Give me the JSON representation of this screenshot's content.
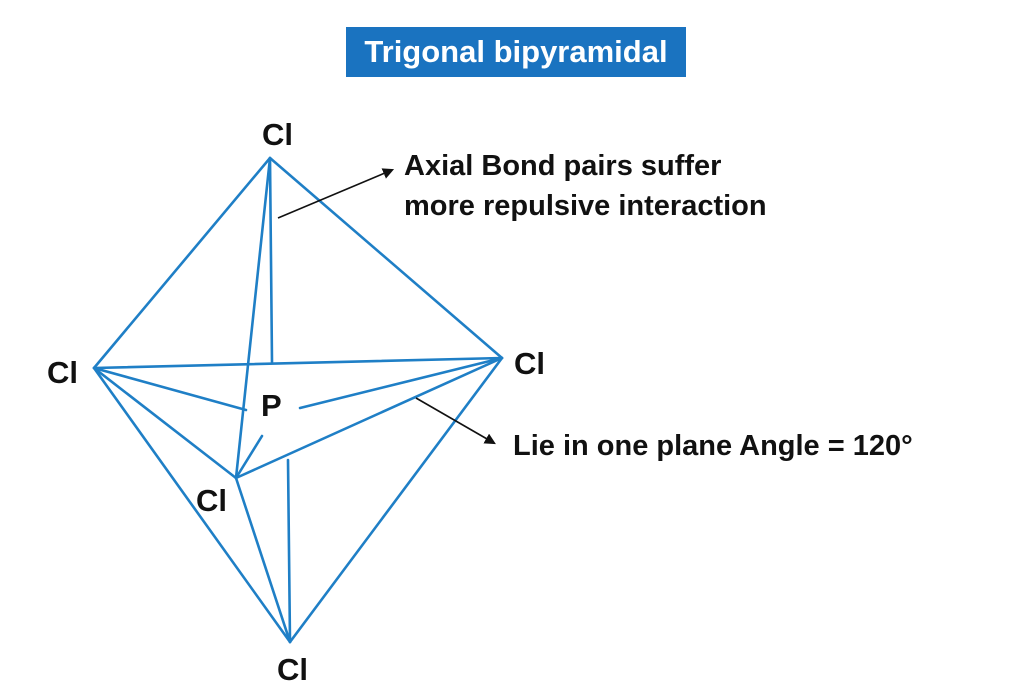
{
  "title": "Trigonal bipyramidal",
  "colors": {
    "title_background": "#1a73c0",
    "title_text": "#ffffff",
    "bond_lines": "#1f7fc6",
    "text": "#111111",
    "arrow": "#111111"
  },
  "atoms": {
    "center": "P",
    "axial_top": "Cl",
    "axial_bottom": "Cl",
    "equatorial_left": "Cl",
    "equatorial_right": "Cl",
    "equatorial_front": "Cl"
  },
  "annotations": {
    "axial_line1": "Axial Bond pairs suffer",
    "axial_line2": "more repulsive interaction",
    "equatorial": "Lie in one plane Angle = 120°"
  }
}
